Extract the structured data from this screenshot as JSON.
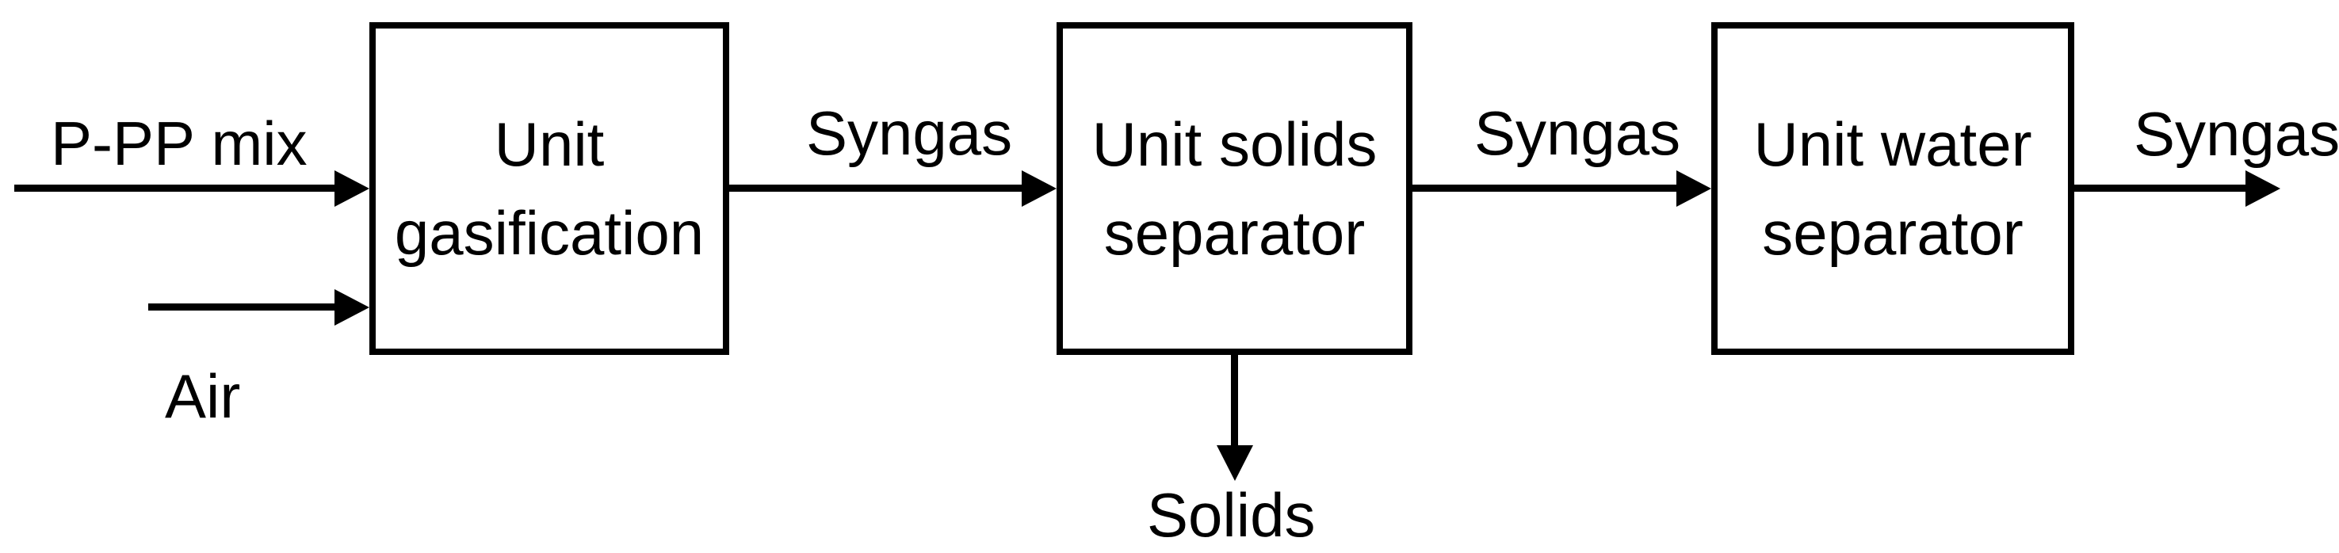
{
  "diagram": {
    "type": "process-flow-block-diagram",
    "colors": {
      "line": "#000000",
      "text": "#000000",
      "background": "#ffffff"
    },
    "units": [
      {
        "name": "gasification",
        "label_lines": [
          "Unit",
          "gasification"
        ]
      },
      {
        "name": "solids-separator",
        "label_lines": [
          "Unit solids",
          "separator"
        ]
      },
      {
        "name": "water-separator",
        "label_lines": [
          "Unit water",
          "separator"
        ]
      }
    ],
    "streams": [
      {
        "name": "p-pp-mix",
        "label": "P-PP mix",
        "from": "inlet",
        "to": "Unit gasification",
        "direction": "right"
      },
      {
        "name": "air",
        "label": "Air",
        "from": "inlet",
        "to": "Unit gasification",
        "direction": "right"
      },
      {
        "name": "syngas-1",
        "label": "Syngas",
        "from": "Unit gasification",
        "to": "Unit solids separator",
        "direction": "right"
      },
      {
        "name": "syngas-2",
        "label": "Syngas",
        "from": "Unit solids separator",
        "to": "Unit water separator",
        "direction": "right"
      },
      {
        "name": "syngas-out",
        "label": "Syngas",
        "from": "Unit water separator",
        "to": "outlet",
        "direction": "right"
      },
      {
        "name": "solids",
        "label": "Solids",
        "from": "Unit solids separator",
        "to": "outlet",
        "direction": "down"
      }
    ]
  }
}
